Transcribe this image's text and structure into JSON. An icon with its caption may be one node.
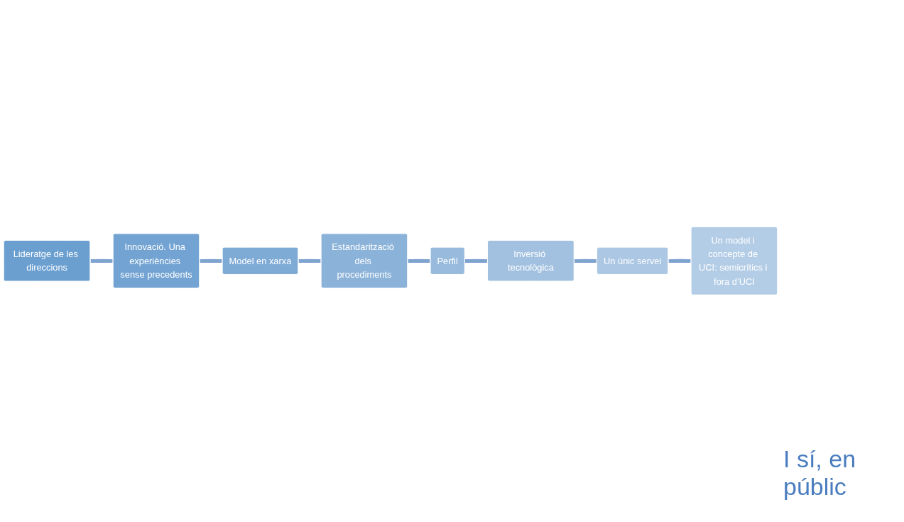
{
  "diagram": {
    "nodes": [
      {
        "text": [
          "Lideratge de les direccions"
        ]
      },
      {
        "text": [
          "Innovació. Una experiències sense precedents"
        ]
      },
      {
        "text": [
          "Model en xarxa"
        ]
      },
      {
        "text": [
          "Estandarització dels procediments"
        ]
      },
      {
        "text": [
          "Perfil"
        ]
      },
      {
        "text": [
          "Inversió tecnològica"
        ]
      },
      {
        "text": [
          "Un únic servei"
        ]
      },
      {
        "text": [
          "Un model i concepte de UCI: semicrítics i fora d’UCI"
        ]
      }
    ],
    "edges": [
      {
        "from": 0,
        "to": 1,
        "arrow": "none"
      },
      {
        "from": 1,
        "to": 2,
        "arrow": "none"
      },
      {
        "from": 2,
        "to": 3,
        "arrow": "none"
      },
      {
        "from": 3,
        "to": 4,
        "arrow": "none"
      },
      {
        "from": 4,
        "to": 5,
        "arrow": "none"
      },
      {
        "from": 5,
        "to": 6,
        "arrow": "none"
      },
      {
        "from": 6,
        "to": 7,
        "arrow": "none"
      }
    ],
    "labels": [
      "I sí, en públic"
    ]
  }
}
